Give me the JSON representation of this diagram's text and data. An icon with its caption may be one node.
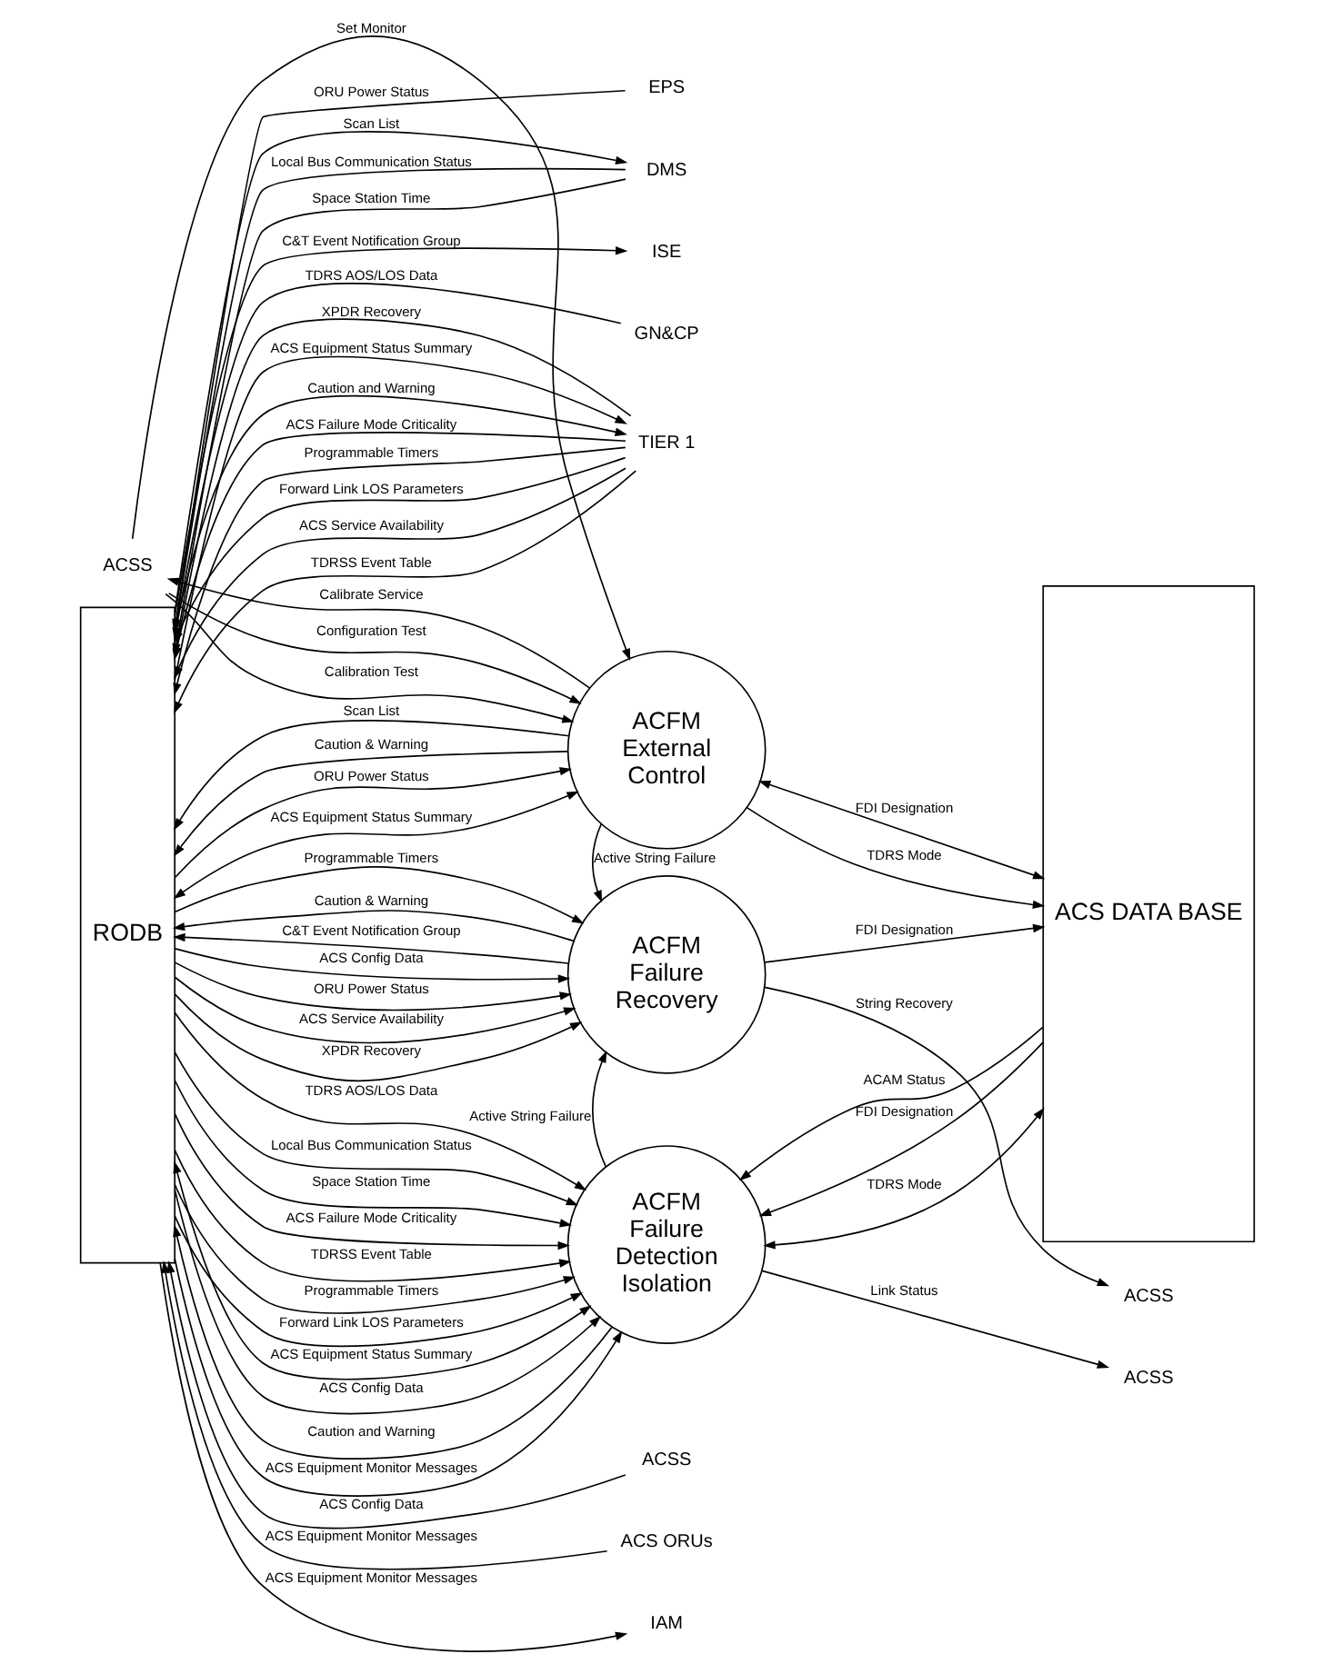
{
  "diagram": {
    "nodes": [
      {
        "text": [
          "RODB"
        ]
      },
      {
        "text": [
          "EPS"
        ]
      },
      {
        "text": [
          "DMS"
        ]
      },
      {
        "text": [
          "ISE"
        ]
      },
      {
        "text": [
          "GN&CP"
        ]
      },
      {
        "text": [
          "TIER 1"
        ]
      },
      {
        "text": [
          "ACFM External Control"
        ]
      },
      {
        "text": [
          "ACSS"
        ]
      },
      {
        "text": [
          "ACS DATA BASE"
        ]
      },
      {
        "text": [
          "ACFM Failure Recovery"
        ]
      },
      {
        "text": [
          "ACSS"
        ]
      },
      {
        "text": [
          "ACFM Failure Detection Isolation"
        ]
      },
      {
        "text": [
          "ACSS"
        ]
      },
      {
        "text": [
          "ACSS"
        ]
      },
      {
        "text": [
          "ACS ORUs"
        ]
      },
      {
        "text": [
          "IAM"
        ]
      }
    ],
    "edges": [
      {
        "from": 1,
        "to": 0,
        "arrow": "to",
        "label": "ORU Power Status"
      },
      {
        "from": 2,
        "to": 0,
        "arrow": "to",
        "label": "Local Bus Communication Status"
      },
      {
        "from": 2,
        "to": 0,
        "arrow": "to",
        "label": "Space Station Time"
      },
      {
        "from": 0,
        "to": 2,
        "arrow": "to",
        "label": "Scan List"
      },
      {
        "from": 0,
        "to": 3,
        "arrow": "to",
        "label": "C&T Event Notification Group"
      },
      {
        "from": 4,
        "to": 0,
        "arrow": "to",
        "label": "TDRS AOS/LOS Data"
      },
      {
        "from": 5,
        "to": 0,
        "arrow": "to",
        "label": "ACS Failure Mode Criticality"
      },
      {
        "from": 5,
        "to": 0,
        "arrow": "to",
        "label": "Programmable Timers"
      },
      {
        "from": 5,
        "to": 0,
        "arrow": "to",
        "label": "Forward Link LOS Parameters"
      },
      {
        "from": 5,
        "to": 0,
        "arrow": "to",
        "label": "ACS Service Availability"
      },
      {
        "from": 5,
        "to": 0,
        "arrow": "to",
        "label": "TDRSS Event Table"
      },
      {
        "from": 5,
        "to": 0,
        "arrow": "to",
        "label": "XPDR Recovery"
      },
      {
        "from": 0,
        "to": 5,
        "arrow": "to",
        "label": "ACS Equipment Status Summary"
      },
      {
        "from": 0,
        "to": 5,
        "arrow": "to",
        "label": "Caution and Warning"
      },
      {
        "from": 0,
        "to": 6,
        "arrow": "to",
        "label": "ORU Power Status"
      },
      {
        "from": 6,
        "to": 0,
        "arrow": "to",
        "label": "Scan List"
      },
      {
        "from": 0,
        "to": 6,
        "arrow": "both",
        "label": "ACS Equipment Status Summary"
      },
      {
        "from": 6,
        "to": 0,
        "arrow": "to",
        "label": "Caution & Warning"
      },
      {
        "from": 7,
        "to": 6,
        "arrow": "to",
        "label": "Configuration Test"
      },
      {
        "from": 7,
        "to": 6,
        "arrow": "to",
        "label": "Set Monitor"
      },
      {
        "from": 7,
        "to": 6,
        "arrow": "to",
        "label": "Calibration Test"
      },
      {
        "from": 6,
        "to": 7,
        "arrow": "to",
        "label": "Calibrate Service"
      },
      {
        "from": 6,
        "to": 8,
        "arrow": "both",
        "label": "FDI Designation"
      },
      {
        "from": 6,
        "to": 8,
        "arrow": "to",
        "label": "TDRS Mode"
      },
      {
        "from": 6,
        "to": 9,
        "arrow": "to",
        "label": "Active String Failure"
      },
      {
        "from": 0,
        "to": 9,
        "arrow": "to",
        "label": "ACS Config Data"
      },
      {
        "from": 0,
        "to": 9,
        "arrow": "to",
        "label": "ORU Power Status"
      },
      {
        "from": 0,
        "to": 9,
        "arrow": "to",
        "label": "ACS Service Availability"
      },
      {
        "from": 0,
        "to": 9,
        "arrow": "to",
        "label": "XPDR Recovery"
      },
      {
        "from": 0,
        "to": 9,
        "arrow": "to",
        "label": "Programmable Timers"
      },
      {
        "from": 9,
        "to": 0,
        "arrow": "to",
        "label": "Caution & Warning"
      },
      {
        "from": 9,
        "to": 0,
        "arrow": "to",
        "label": "C&T Event Notification Group"
      },
      {
        "from": 9,
        "to": 8,
        "arrow": "to",
        "label": "FDI Designation"
      },
      {
        "from": 9,
        "to": 10,
        "arrow": "to",
        "label": "String Recovery"
      },
      {
        "from": 11,
        "to": 9,
        "arrow": "to",
        "label": "Active String Failure"
      },
      {
        "from": 0,
        "to": 11,
        "arrow": "to",
        "label": "ACS Equipment Monitor Messages"
      },
      {
        "from": 0,
        "to": 11,
        "arrow": "to",
        "label": "TDRS AOS/LOS Data"
      },
      {
        "from": 0,
        "to": 11,
        "arrow": "to",
        "label": "Local Bus Communication Status"
      },
      {
        "from": 0,
        "to": 11,
        "arrow": "to",
        "label": "Space Station Time"
      },
      {
        "from": 0,
        "to": 11,
        "arrow": "to",
        "label": "ACS Failure Mode Criticality"
      },
      {
        "from": 0,
        "to": 11,
        "arrow": "to",
        "label": "TDRSS Event Table"
      },
      {
        "from": 0,
        "to": 11,
        "arrow": "to",
        "label": "Programmable Timers"
      },
      {
        "from": 0,
        "to": 11,
        "arrow": "to",
        "label": "Forward Link LOS Parameters"
      },
      {
        "from": 0,
        "to": 11,
        "arrow": "both",
        "label": "ACS Equipment Status Summary"
      },
      {
        "from": 11,
        "to": 0,
        "arrow": "to",
        "label": "Caution and Warning"
      },
      {
        "from": 0,
        "to": 11,
        "arrow": "to",
        "label": "ACS Config Data"
      },
      {
        "from": 8,
        "to": 11,
        "arrow": "to",
        "label": "FDI Designation"
      },
      {
        "from": 8,
        "to": 11,
        "arrow": "both",
        "label": "TDRS Mode"
      },
      {
        "from": 8,
        "to": 11,
        "arrow": "to",
        "label": "ACAM Status"
      },
      {
        "from": 11,
        "to": 12,
        "arrow": "to",
        "label": "Link Status"
      },
      {
        "from": 13,
        "to": 0,
        "arrow": "to",
        "label": "ACS Config Data"
      },
      {
        "from": 14,
        "to": 0,
        "arrow": "to",
        "label": "ACS Equipment Monitor Messages"
      },
      {
        "from": 0,
        "to": 15,
        "arrow": "to",
        "label": "ACS Equipment Monitor Messages"
      }
    ]
  }
}
